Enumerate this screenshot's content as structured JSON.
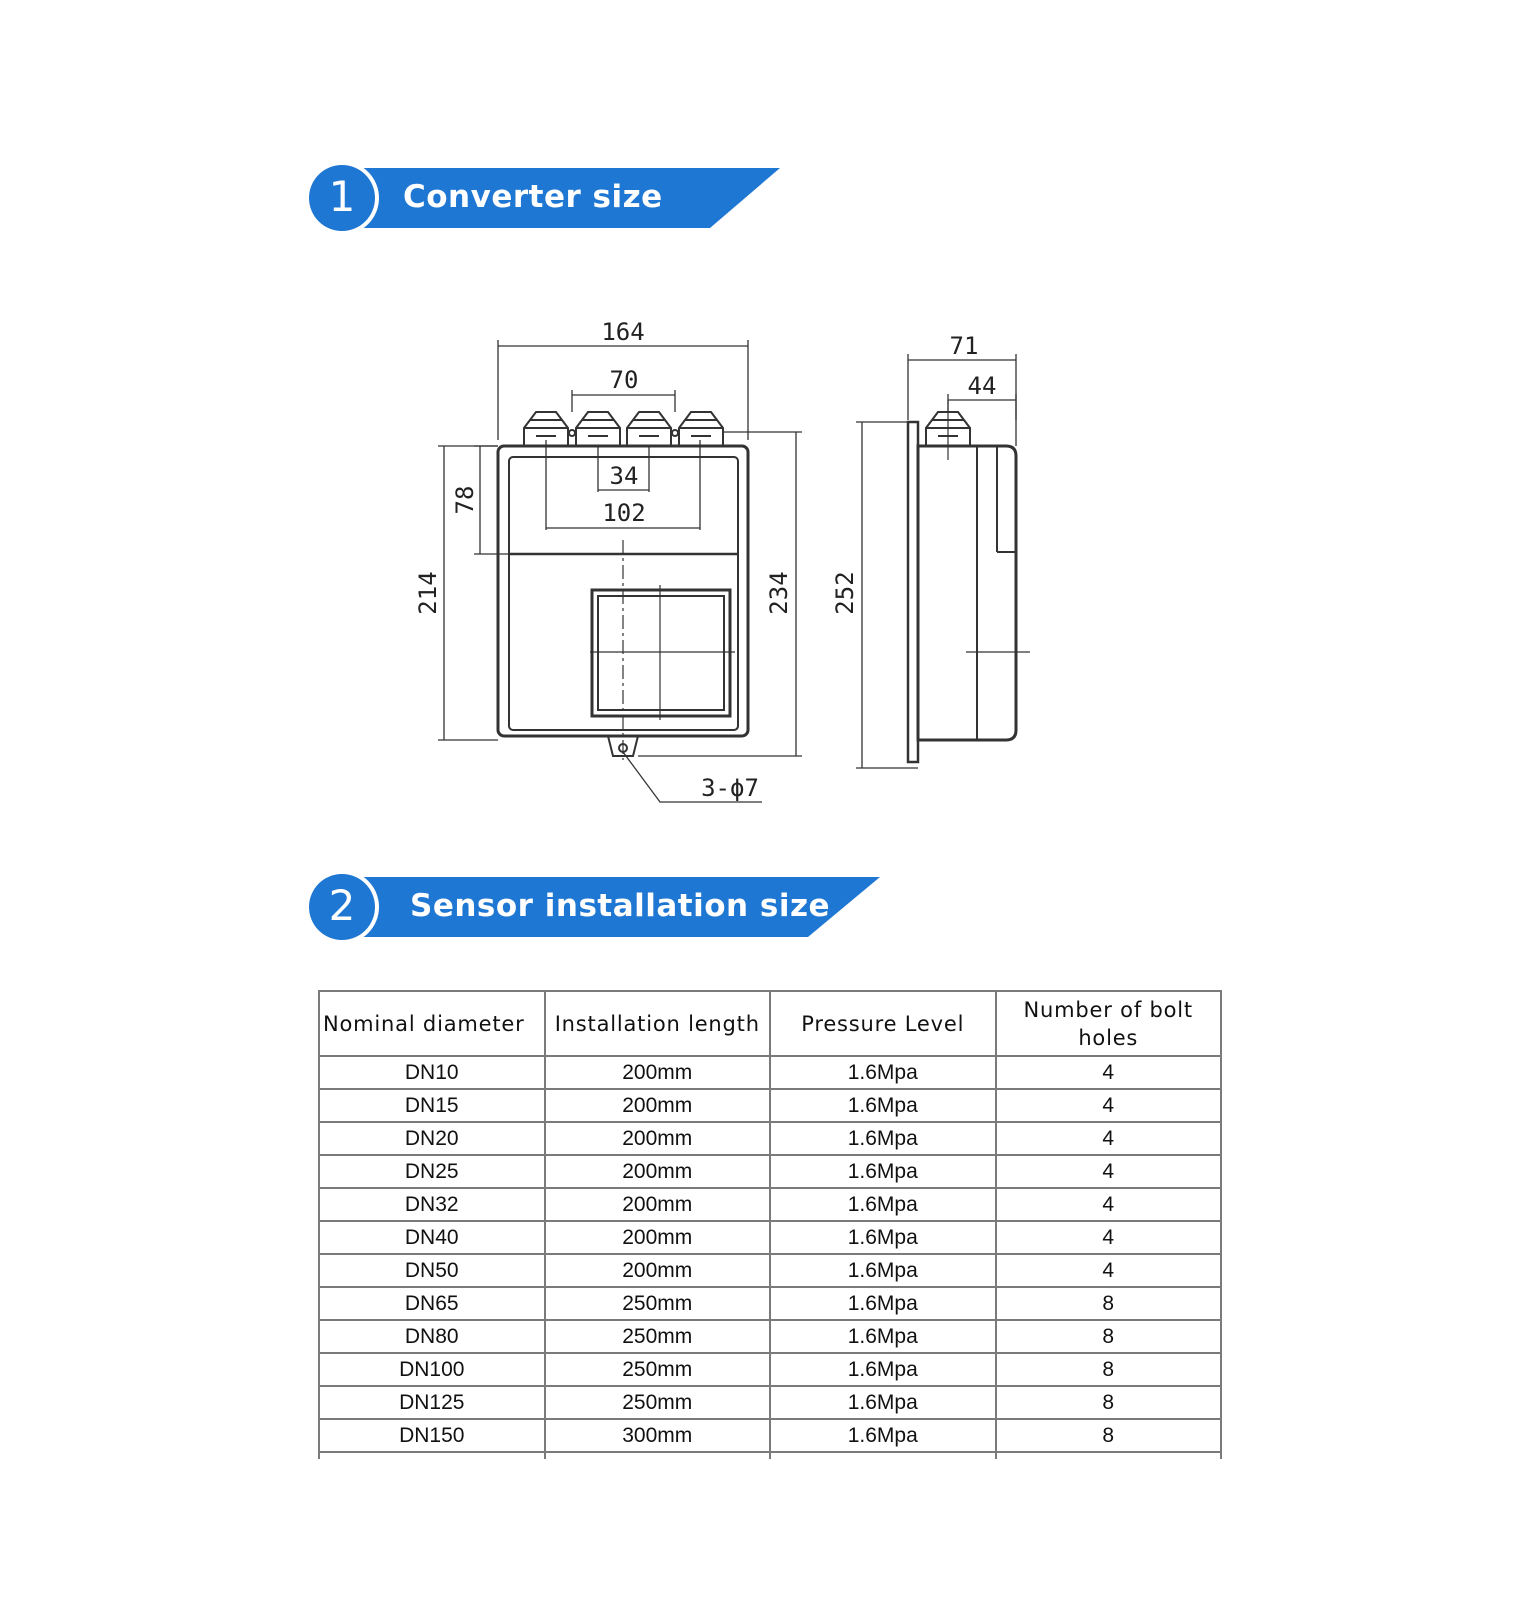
{
  "section1": {
    "number": "1",
    "title": "Converter size"
  },
  "section2": {
    "number": "2",
    "title": "Sensor installation size"
  },
  "colors": {
    "banner_blue": "#1e77d3",
    "line": "#333333"
  },
  "drawing": {
    "front_labels": {
      "width_total": "164",
      "gland_span_outer": "70",
      "gland_span_inner": "34",
      "window_width": "102",
      "upper_height": "78",
      "height_body": "214",
      "height_total": "234",
      "mount_holes": "3-ϕ7"
    },
    "side_labels": {
      "depth_total": "71",
      "depth_gland": "44",
      "height_overall": "252"
    }
  },
  "table": {
    "headers": [
      "Nominal diameter",
      "Installation length",
      "Pressure Level",
      "Number of bolt holes"
    ],
    "rows": [
      [
        "DN10",
        "200mm",
        "1.6Mpa",
        "4"
      ],
      [
        "DN15",
        "200mm",
        "1.6Mpa",
        "4"
      ],
      [
        "DN20",
        "200mm",
        "1.6Mpa",
        "4"
      ],
      [
        "DN25",
        "200mm",
        "1.6Mpa",
        "4"
      ],
      [
        "DN32",
        "200mm",
        "1.6Mpa",
        "4"
      ],
      [
        "DN40",
        "200mm",
        "1.6Mpa",
        "4"
      ],
      [
        "DN50",
        "200mm",
        "1.6Mpa",
        "4"
      ],
      [
        "DN65",
        "250mm",
        "1.6Mpa",
        "8"
      ],
      [
        "DN80",
        "250mm",
        "1.6Mpa",
        "8"
      ],
      [
        "DN100",
        "250mm",
        "1.6Mpa",
        "8"
      ],
      [
        "DN125",
        "250mm",
        "1.6Mpa",
        "8"
      ],
      [
        "DN150",
        "300mm",
        "1.6Mpa",
        "8"
      ]
    ]
  }
}
